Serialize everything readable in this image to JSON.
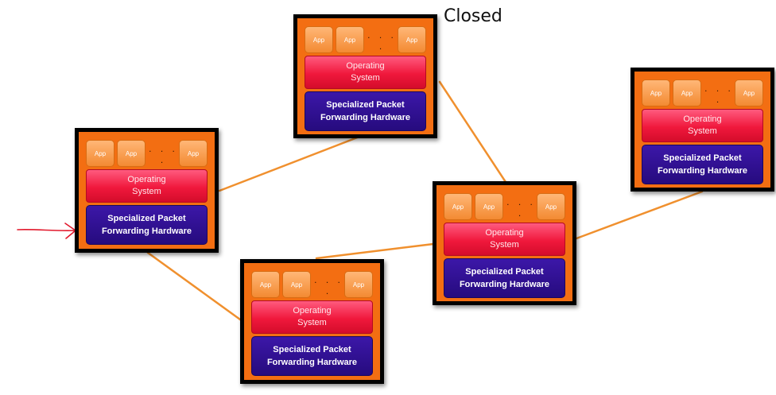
{
  "title": "Closed",
  "colors": {
    "link": "#f0902e",
    "switch_body": "#f36e12",
    "annotation": "#e2192c"
  },
  "switches": [
    {
      "id": "top",
      "apps": [
        "App",
        "App",
        "App"
      ],
      "ellipsis": ". . . .",
      "os_line1": "Operating",
      "os_line2": "System",
      "hw_line1": "Specialized Packet",
      "hw_line2": "Forwarding Hardware"
    },
    {
      "id": "left",
      "apps": [
        "App",
        "App",
        "App"
      ],
      "ellipsis": ". . . .",
      "os_line1": "Operating",
      "os_line2": "System",
      "hw_line1": "Specialized Packet",
      "hw_line2": "Forwarding Hardware"
    },
    {
      "id": "right",
      "apps": [
        "App",
        "App",
        "App"
      ],
      "ellipsis": ". . . .",
      "os_line1": "Operating",
      "os_line2": "System",
      "hw_line1": "Specialized Packet",
      "hw_line2": "Forwarding Hardware"
    },
    {
      "id": "middle",
      "apps": [
        "App",
        "App",
        "App"
      ],
      "ellipsis": ". . . .",
      "os_line1": "Operating",
      "os_line2": "System",
      "hw_line1": "Specialized Packet",
      "hw_line2": "Forwarding Hardware"
    },
    {
      "id": "bottom",
      "apps": [
        "App",
        "App",
        "App"
      ],
      "ellipsis": ". . . .",
      "os_line1": "Operating",
      "os_line2": "System",
      "hw_line1": "Specialized Packet",
      "hw_line2": "Forwarding Hardware"
    }
  ]
}
